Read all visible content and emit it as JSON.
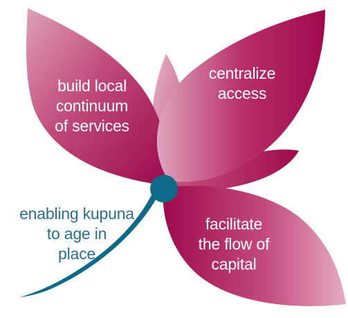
{
  "diagram": {
    "petals": [
      {
        "id": "top-left",
        "lines": [
          "build local",
          "continuum",
          "of services"
        ]
      },
      {
        "id": "top-right",
        "lines": [
          "centralize",
          "access"
        ]
      },
      {
        "id": "bottom-right",
        "lines": [
          "facilitate",
          "the flow of",
          "capital"
        ]
      }
    ],
    "stem": {
      "lines": [
        "enabling kupuna",
        "to age in",
        "place"
      ]
    }
  },
  "colors": {
    "petal_dark": "#a0094e",
    "petal_mid": "#c8527f",
    "petal_light": "#e4a8bf",
    "stem": "#0f6a8a",
    "stem_text": "#2a6f8c"
  }
}
